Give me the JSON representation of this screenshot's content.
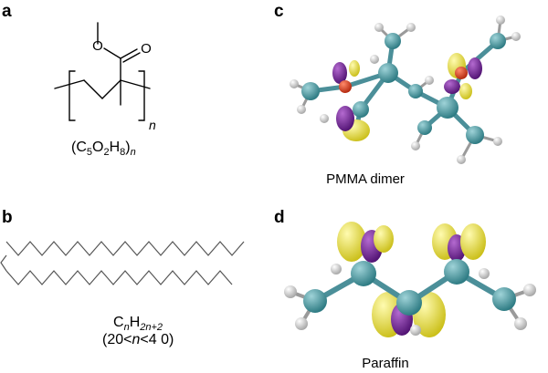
{
  "panels": {
    "a": {
      "letter": "a",
      "atom_O_top": "O",
      "atom_O_right": "O",
      "repeat_n": "n",
      "formula": {
        "open": "(C",
        "s1": "5",
        "mid1": "O",
        "s2": "2",
        "mid2": "H",
        "s3": "8",
        "close": ")",
        "n": "n"
      }
    },
    "b": {
      "letter": "b",
      "formula": {
        "c": "C",
        "n": "n",
        "h": "H",
        "sub2": "2n+2"
      },
      "range": {
        "open": "(20<",
        "n": "n",
        "close": "<4 0)"
      }
    },
    "c": {
      "letter": "c",
      "caption": "PMMA dimer"
    },
    "d": {
      "letter": "d",
      "caption": "Paraffin"
    }
  },
  "colors": {
    "carbon": "#3f8f96",
    "hydrogen": "#d9d9d9",
    "oxygen": "#d6361a",
    "bond": "#4b8f99",
    "orbital_positive": "#e8df2a",
    "orbital_negative": "#6b1f8c"
  }
}
